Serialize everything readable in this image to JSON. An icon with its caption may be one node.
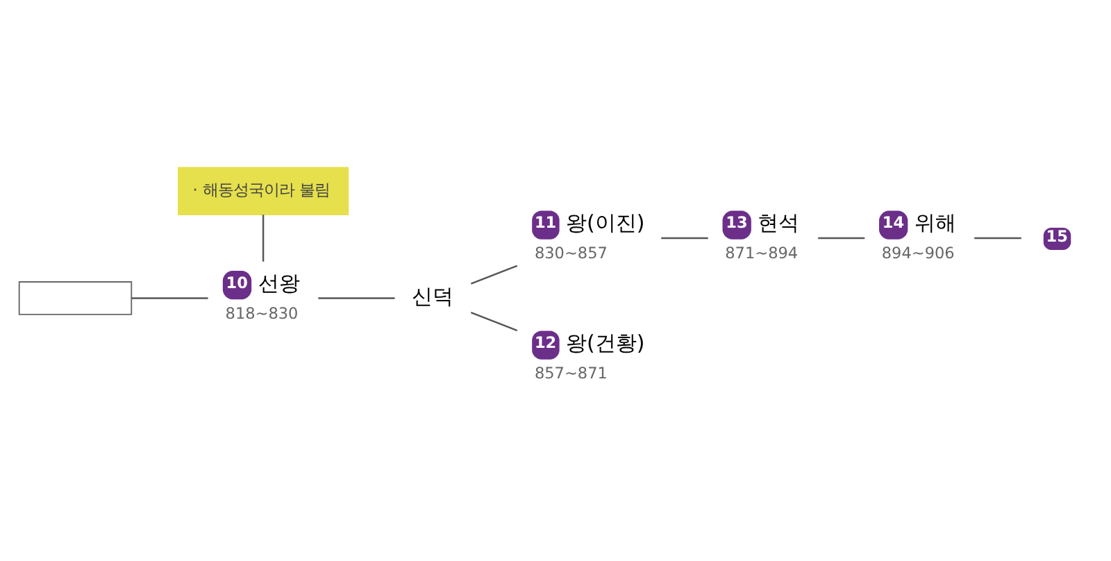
{
  "diagram": {
    "nodes": [
      {
        "text": [],
        "shape": "box"
      },
      {
        "text": [
          "· 해동성국이라 불림"
        ]
      },
      {
        "text": [
          "10",
          "선왕"
        ],
        "beside": [
          "818~830"
        ]
      },
      {
        "text": [
          "신덕"
        ]
      },
      {
        "text": [
          "11",
          "왕(이진)"
        ],
        "beside": [
          "830~857"
        ]
      },
      {
        "text": [
          "12",
          "왕(건황)"
        ],
        "beside": [
          "857~871"
        ]
      },
      {
        "text": [
          "13",
          "현석"
        ],
        "beside": [
          "871~894"
        ]
      },
      {
        "text": [
          "14",
          "위해"
        ],
        "beside": [
          "894~906"
        ]
      },
      {
        "text": [
          "15"
        ]
      }
    ],
    "edges": [
      {
        "from": 0,
        "to": 2,
        "arrow": "none"
      },
      {
        "from": 1,
        "to": 2,
        "arrow": "none"
      },
      {
        "from": 2,
        "to": 3,
        "arrow": "none"
      },
      {
        "from": 3,
        "to": 4,
        "arrow": "none"
      },
      {
        "from": 3,
        "to": 5,
        "arrow": "none"
      },
      {
        "from": 4,
        "to": 6,
        "arrow": "none"
      },
      {
        "from": 6,
        "to": 7,
        "arrow": "none"
      },
      {
        "from": 7,
        "to": 8,
        "arrow": "none"
      }
    ]
  }
}
